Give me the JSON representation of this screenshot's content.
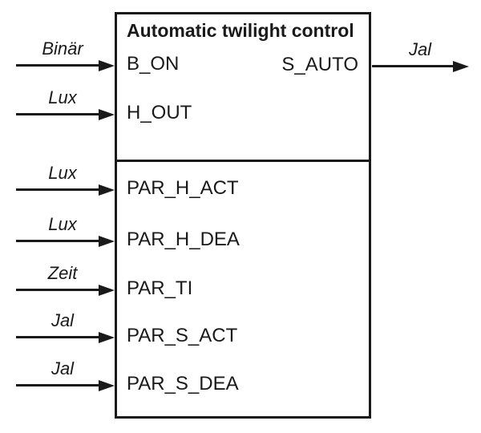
{
  "diagram": {
    "title": "Automatic twilight control",
    "inputs": [
      {
        "pin": "B_ON",
        "type": "Binär"
      },
      {
        "pin": "H_OUT",
        "type": "Lux"
      }
    ],
    "parameters": [
      {
        "pin": "PAR_H_ACT",
        "type": "Lux"
      },
      {
        "pin": "PAR_H_DEA",
        "type": "Lux"
      },
      {
        "pin": "PAR_TI",
        "type": "Zeit"
      },
      {
        "pin": "PAR_S_ACT",
        "type": "Jal"
      },
      {
        "pin": "PAR_S_DEA",
        "type": "Jal"
      }
    ],
    "output": {
      "pin": "S_AUTO",
      "type": "Jal"
    },
    "colors": {
      "line": "#1a1a1a",
      "background": "#ffffff"
    }
  }
}
